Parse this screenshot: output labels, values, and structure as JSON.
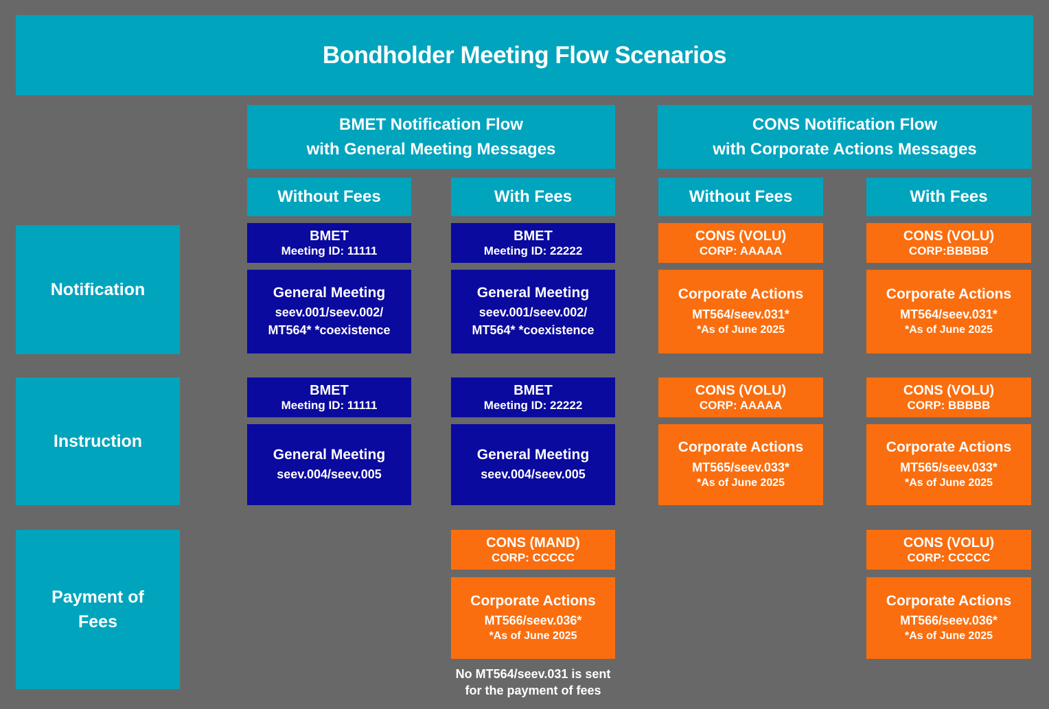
{
  "title": "Bondholder Meeting Flow Scenarios",
  "colors": {
    "background": "#686868",
    "teal": "#00a4bd",
    "navy": "#0a0a9e",
    "orange": "#fa6e0f",
    "text": "#ffffff"
  },
  "group_headers": {
    "bmet": "BMET Notification Flow\nwith General Meeting Messages",
    "cons": "CONS Notification Flow\nwith Corporate Actions Messages"
  },
  "fee_headers": {
    "bmet_without": "Without Fees",
    "bmet_with": "With Fees",
    "cons_without": "Without Fees",
    "cons_with": "With Fees"
  },
  "row_labels": {
    "notification": "Notification",
    "instruction": "Instruction",
    "payment": "Payment of\nFees"
  },
  "boxes": {
    "bmet_without": {
      "notification_head": {
        "t": "BMET",
        "s": "Meeting ID: 11111"
      },
      "notification_msg": {
        "t": "General Meeting",
        "s": "seev.001/seev.002/\nMT564* *coexistence"
      },
      "instruction_head": {
        "t": "BMET",
        "s": "Meeting ID: 11111"
      },
      "instruction_msg": {
        "t": "General Meeting",
        "s": "seev.004/seev.005"
      }
    },
    "bmet_with": {
      "notification_head": {
        "t": "BMET",
        "s": "Meeting ID: 22222"
      },
      "notification_msg": {
        "t": "General Meeting",
        "s": "seev.001/seev.002/\nMT564* *coexistence"
      },
      "instruction_head": {
        "t": "BMET",
        "s": "Meeting ID: 22222"
      },
      "instruction_msg": {
        "t": "General Meeting",
        "s": "seev.004/seev.005"
      },
      "payment_head": {
        "t": "CONS (MAND)",
        "s": "CORP: CCCCC"
      },
      "payment_msg": {
        "t": "Corporate Actions",
        "s": "MT566/seev.036*",
        "f": "*As of June 2025"
      },
      "payment_note": "No MT564/seev.031 is sent\nfor the payment of fees"
    },
    "cons_without": {
      "notification_head": {
        "t": "CONS (VOLU)",
        "s": "CORP: AAAAA"
      },
      "notification_msg": {
        "t": "Corporate Actions",
        "s": "MT564/seev.031*",
        "f": "*As of June 2025"
      },
      "instruction_head": {
        "t": "CONS (VOLU)",
        "s": "CORP: AAAAA"
      },
      "instruction_msg": {
        "t": "Corporate Actions",
        "s": "MT565/seev.033*",
        "f": "*As of June 2025"
      }
    },
    "cons_with": {
      "notification_head": {
        "t": "CONS (VOLU)",
        "s": "CORP:BBBBB"
      },
      "notification_msg": {
        "t": "Corporate Actions",
        "s": "MT564/seev.031*",
        "f": "*As of June 2025"
      },
      "instruction_head": {
        "t": "CONS (VOLU)",
        "s": "CORP: BBBBB"
      },
      "instruction_msg": {
        "t": "Corporate Actions",
        "s": "MT565/seev.033*",
        "f": "*As of June 2025"
      },
      "payment_head": {
        "t": "CONS (VOLU)",
        "s": "CORP: CCCCC"
      },
      "payment_msg": {
        "t": "Corporate Actions",
        "s": "MT566/seev.036*",
        "f": "*As of June 2025"
      }
    }
  }
}
